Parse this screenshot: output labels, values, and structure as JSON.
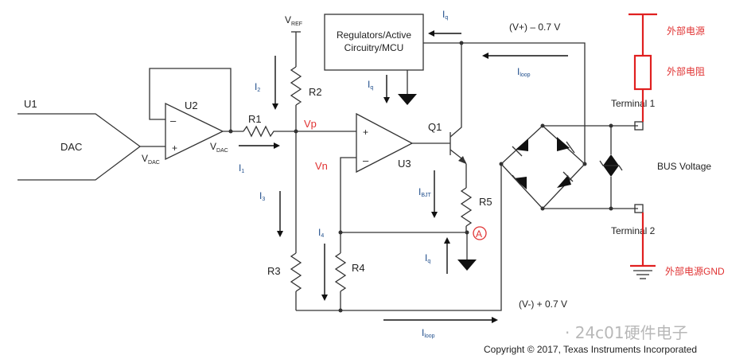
{
  "components": {
    "u1": "U1",
    "dac": "DAC",
    "u2": "U2",
    "u3": "U3",
    "q1": "Q1",
    "r1": "R1",
    "r2": "R2",
    "r3": "R3",
    "r4": "R4",
    "r5": "R5",
    "regulators_line1": "Regulators/Active",
    "regulators_line2": "Circuitry/MCU",
    "terminal1": "Terminal 1",
    "terminal2": "Terminal 2",
    "bus_voltage": "BUS Voltage",
    "node_a": "A"
  },
  "signals": {
    "vref_main": "V",
    "vref_sub": "REF",
    "vdac_main": "V",
    "vdac_sub": "DAC",
    "vp": "Vp",
    "vn": "Vn",
    "vplus": "(V+) – 0.7 V",
    "vminus": "(V-) + 0.7 V",
    "op_minus": "–",
    "op_plus": "+"
  },
  "currents": {
    "iq_main": "I",
    "iq_sub": "q",
    "i1_main": "I",
    "i1_sub": "1",
    "i2_main": "I",
    "i2_sub": "2",
    "i3_main": "I",
    "i3_sub": "3",
    "i4_main": "I",
    "i4_sub": "4",
    "ibjt_main": "I",
    "ibjt_sub": "BJT",
    "iloop_main": "I",
    "iloop_sub": "loop"
  },
  "annotations": {
    "ext_source": "外部电源",
    "ext_resistor": "外部电阻",
    "ext_gnd": "外部电源GND"
  },
  "watermark": "· 24c01硬件电子",
  "copyright": "Copyright © 2017, Texas Instruments Incorporated",
  "colors": {
    "wire": "#333333",
    "annotation_red": "#e03232",
    "current_label_blue": "#1f4e8c",
    "watermark_gray": "#b8b8b8"
  }
}
